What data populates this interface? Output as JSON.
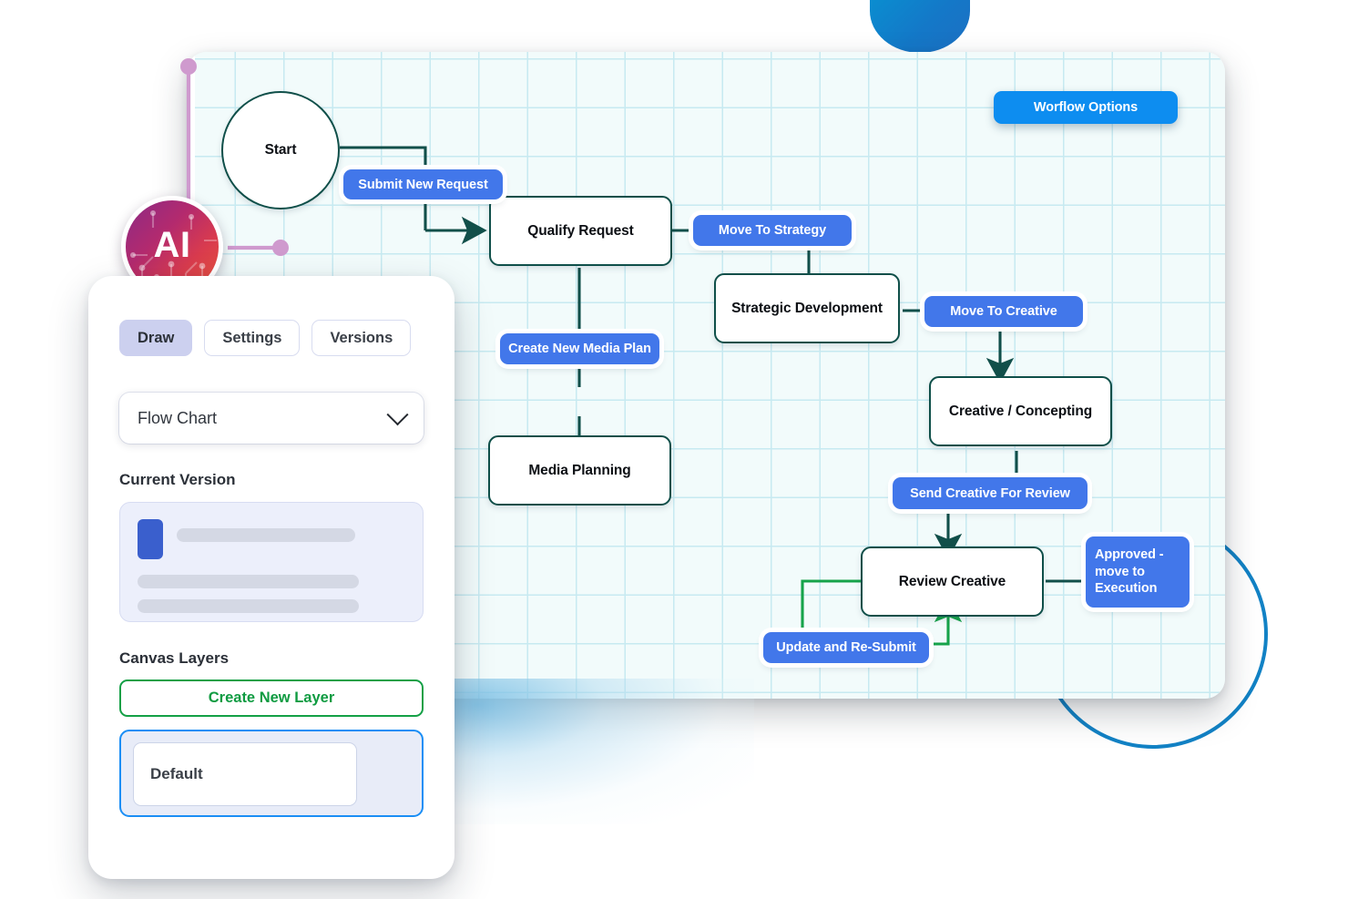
{
  "canvas": {
    "options_button": "Worflow Options",
    "nodes": [
      {
        "id": "start",
        "label": "Start",
        "shape": "circle"
      },
      {
        "id": "qualify",
        "label": "Qualify Request",
        "shape": "rect"
      },
      {
        "id": "media",
        "label": "Media Planning",
        "shape": "rect"
      },
      {
        "id": "strategic",
        "label": "Strategic Development",
        "shape": "rect"
      },
      {
        "id": "creative",
        "label": "Creative / Concepting",
        "shape": "rect"
      },
      {
        "id": "review",
        "label": "Review Creative",
        "shape": "rect"
      }
    ],
    "pills": [
      {
        "id": "submit",
        "label": "Submit New Request"
      },
      {
        "id": "move-strat",
        "label": "Move To Strategy"
      },
      {
        "id": "media-plan",
        "label": "Create New Media Plan"
      },
      {
        "id": "move-creat",
        "label": "Move To Creative"
      },
      {
        "id": "send-review",
        "label": "Send Creative For Review"
      },
      {
        "id": "approved",
        "label": "Approved - move to Execution"
      },
      {
        "id": "resubmit",
        "label": "Update and Re-Submit"
      }
    ],
    "colors": {
      "node_border": "#0f4f49",
      "pill_blue": "#4277ea",
      "options_blue": "#0d8df0",
      "loop_green": "#16a34a",
      "grid_line": "#c7eaf1",
      "canvas_bg": "#f2fbfb"
    }
  },
  "badge": {
    "label": "AI"
  },
  "panel": {
    "tabs": [
      {
        "label": "Draw",
        "active": true
      },
      {
        "label": "Settings",
        "active": false
      },
      {
        "label": "Versions",
        "active": false
      }
    ],
    "diagram_type": "Flow Chart",
    "current_version_label": "Current Version",
    "canvas_layers_label": "Canvas Layers",
    "create_layer_label": "Create New Layer",
    "layers": [
      {
        "name": "Default",
        "selected": true
      }
    ]
  }
}
